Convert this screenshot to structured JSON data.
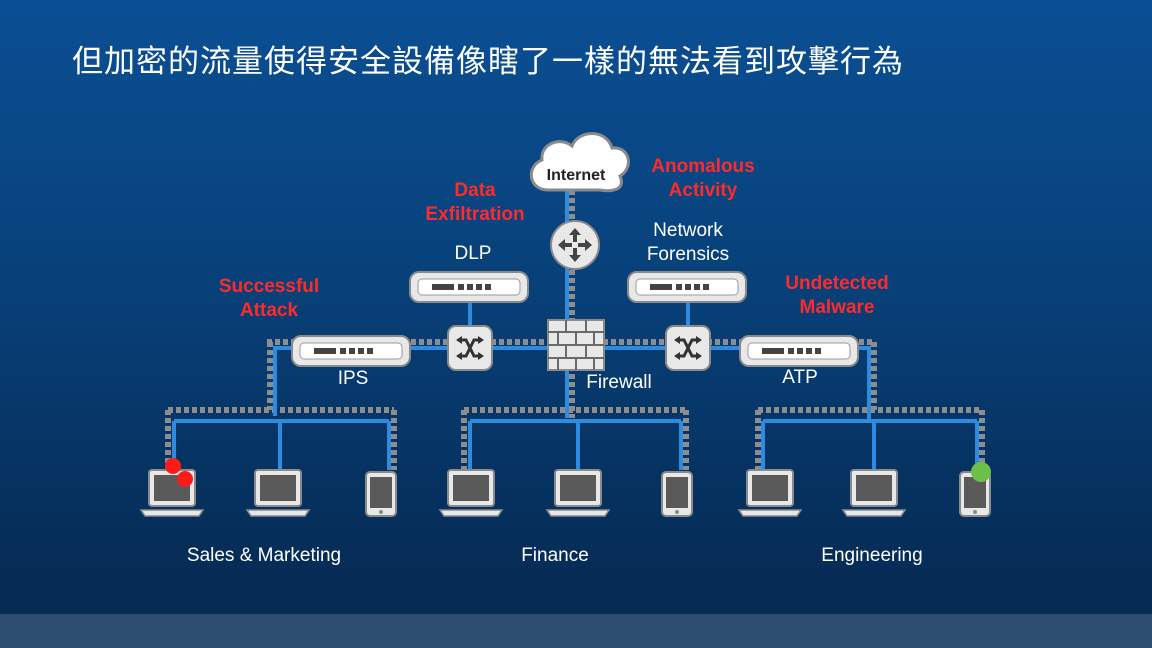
{
  "slide": {
    "title": "但加密的流量使得安全設備像瞎了一樣的無法看到攻擊行為",
    "colors": {
      "alert": "#ff2a2a",
      "ok": "#6cc04a",
      "link": "#2d8be0",
      "device": "#e6e6e6"
    }
  },
  "diagram": {
    "internet_label": "Internet",
    "alerts": {
      "data_exfiltration": [
        "Data",
        "Exfiltration"
      ],
      "anomalous_activity": [
        "Anomalous",
        "Activity"
      ],
      "successful_attack": [
        "Successful",
        "Attack"
      ],
      "undetected_malware": [
        "Undetected",
        "Malware"
      ]
    },
    "devices": {
      "dlp": "DLP",
      "network_forensics": [
        "Network",
        "Forensics"
      ],
      "ips": "IPS",
      "firewall": "Firewall",
      "atp": "ATP"
    },
    "departments": [
      "Sales & Marketing",
      "Finance",
      "Engineering"
    ],
    "endpoint_icons": [
      "laptop-icon",
      "laptop-icon",
      "tablet-icon",
      "laptop-icon",
      "laptop-icon",
      "tablet-icon",
      "laptop-icon",
      "laptop-icon",
      "tablet-icon"
    ]
  }
}
